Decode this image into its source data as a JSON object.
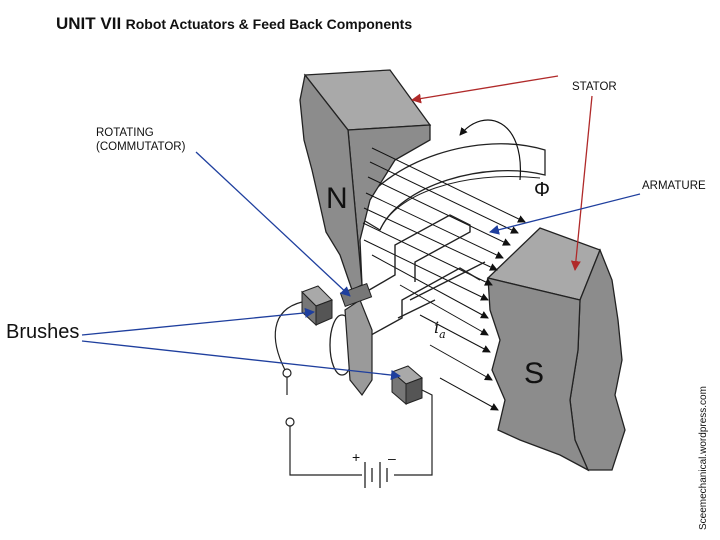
{
  "title": {
    "unit": "UNIT VII",
    "rest": "Robot Actuators &  Feed Back Components"
  },
  "labels": {
    "stator": "STATOR",
    "rotating_line1": "ROTATING",
    "rotating_line2": "(COMMUTATOR)",
    "armature": "ARMATURE",
    "brushes": "Brushes"
  },
  "poles": {
    "north": "N",
    "south": "S"
  },
  "current_symbol": "i",
  "current_subscript": "a",
  "flux_symbol": "Φ",
  "battery_plus": "+",
  "battery_minus": "–",
  "watermark": "Sceemechanical.wordpress.com",
  "colors": {
    "pole_fill": "#8c8c8c",
    "pole_top": "#a9a9a9",
    "red_arrow": "#b02a2a",
    "blue_arrow": "#1f3f9e"
  }
}
